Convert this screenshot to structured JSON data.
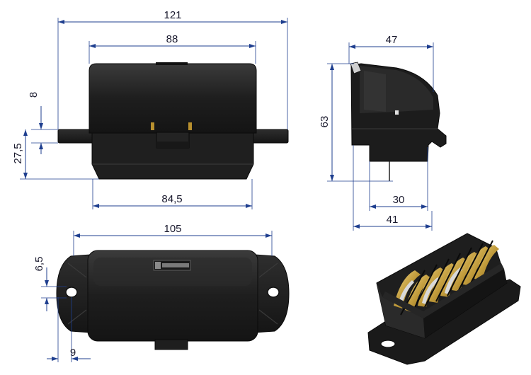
{
  "dimensions": {
    "front_overall_width": "121",
    "front_body_width": "88",
    "front_flange_height": "8",
    "front_lower_height": "27,5",
    "front_bottom_width": "84,5",
    "side_depth": "47",
    "side_height": "63",
    "side_lower_depth": "30",
    "side_base_depth": "41",
    "bottom_overall_width": "105",
    "bottom_hole_offset": "6,5",
    "bottom_edge_to_hole": "9"
  },
  "colors": {
    "dimension": "#1f3f8f",
    "body": "#1b1b1b",
    "contact": "#b8902e"
  }
}
